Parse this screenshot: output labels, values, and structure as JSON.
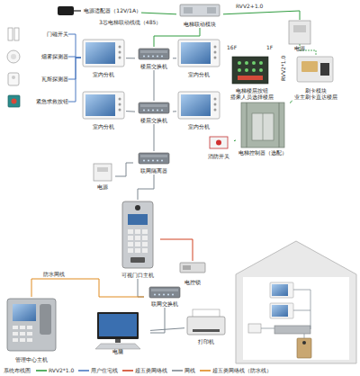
{
  "diagram": {
    "nodes": [
      {
        "text": [
          "电源适配器（12V/1A）"
        ]
      },
      {
        "text": [
          "电梯联动模块"
        ]
      },
      {
        "text": [
          "电源"
        ]
      },
      {
        "text": [
          "门磁开关"
        ]
      },
      {
        "text": [
          "烟雾探测器"
        ]
      },
      {
        "text": [
          "瓦斯探测器"
        ]
      },
      {
        "text": [
          "紧急求救按钮"
        ]
      },
      {
        "text": [
          "室内分机"
        ]
      },
      {
        "text": [
          "楼层交换机"
        ]
      },
      {
        "text": [
          "室内分机"
        ]
      },
      {
        "text": [
          "室内分机"
        ]
      },
      {
        "text": [
          "楼层交换机"
        ]
      },
      {
        "text": [
          "室内分机"
        ]
      },
      {
        "text": [
          "联网隔离器"
        ]
      },
      {
        "text": [
          "电源"
        ]
      },
      {
        "text": [
          "可视门口主机"
        ]
      },
      {
        "text": [
          "电控锁"
        ]
      },
      {
        "text": [
          "联网交换机"
        ]
      },
      {
        "text": [
          "管理中心主机"
        ]
      },
      {
        "text": [
          "电脑"
        ]
      },
      {
        "text": [
          "打印机"
        ]
      },
      {
        "text": [
          "消防开关"
        ]
      },
      {
        "text": [
          "电梯楼层按钮",
          "搭乘人员选择楼层"
        ]
      },
      {
        "text": [
          "刷卡模块",
          "业主刷卡直达楼层"
        ]
      },
      {
        "text": [
          "电梯控制器（选配）"
        ]
      }
    ],
    "edges": [
      {
        "from": 0,
        "to": 1,
        "arrow": "none"
      },
      {
        "from": 1,
        "to": 2,
        "arrow": "none"
      },
      {
        "from": 3,
        "to": 7,
        "arrow": "none"
      },
      {
        "from": 4,
        "to": 7,
        "arrow": "none"
      },
      {
        "from": 5,
        "to": 7,
        "arrow": "none"
      },
      {
        "from": 6,
        "to": 7,
        "arrow": "none"
      },
      {
        "from": 7,
        "to": 8,
        "arrow": "none"
      },
      {
        "from": 9,
        "to": 8,
        "arrow": "none"
      },
      {
        "from": 10,
        "to": 11,
        "arrow": "none"
      },
      {
        "from": 12,
        "to": 11,
        "arrow": "none"
      },
      {
        "from": 8,
        "to": 11,
        "arrow": "none"
      },
      {
        "from": 1,
        "to": 8,
        "arrow": "none"
      },
      {
        "from": 11,
        "to": 13,
        "arrow": "none"
      },
      {
        "from": 14,
        "to": 13,
        "arrow": "none"
      },
      {
        "from": 13,
        "to": 15,
        "arrow": "none"
      },
      {
        "from": 15,
        "to": 16,
        "arrow": "none"
      },
      {
        "from": 15,
        "to": 17,
        "arrow": "none"
      },
      {
        "from": 17,
        "to": 18,
        "arrow": "none"
      },
      {
        "from": 17,
        "to": 19,
        "arrow": "none"
      },
      {
        "from": 19,
        "to": 20,
        "arrow": "none"
      },
      {
        "from": 21,
        "to": 24,
        "arrow": "none"
      },
      {
        "from": 22,
        "to": 24,
        "arrow": "none"
      },
      {
        "from": 23,
        "to": 24,
        "arrow": "none"
      }
    ],
    "labels": [
      "3芯电梯联动线缆（485）",
      "RVV2+1.0",
      "16F",
      "1F",
      "RVV2*1.0",
      "防水网线",
      "系统布线图"
    ],
    "legend": [
      {
        "text": "RVV2*1.0"
      },
      {
        "text": "用户住宅线"
      },
      {
        "text": "超五类网络线"
      },
      {
        "text": "网线"
      },
      {
        "text": "超五类网络线（防水线）"
      }
    ]
  }
}
